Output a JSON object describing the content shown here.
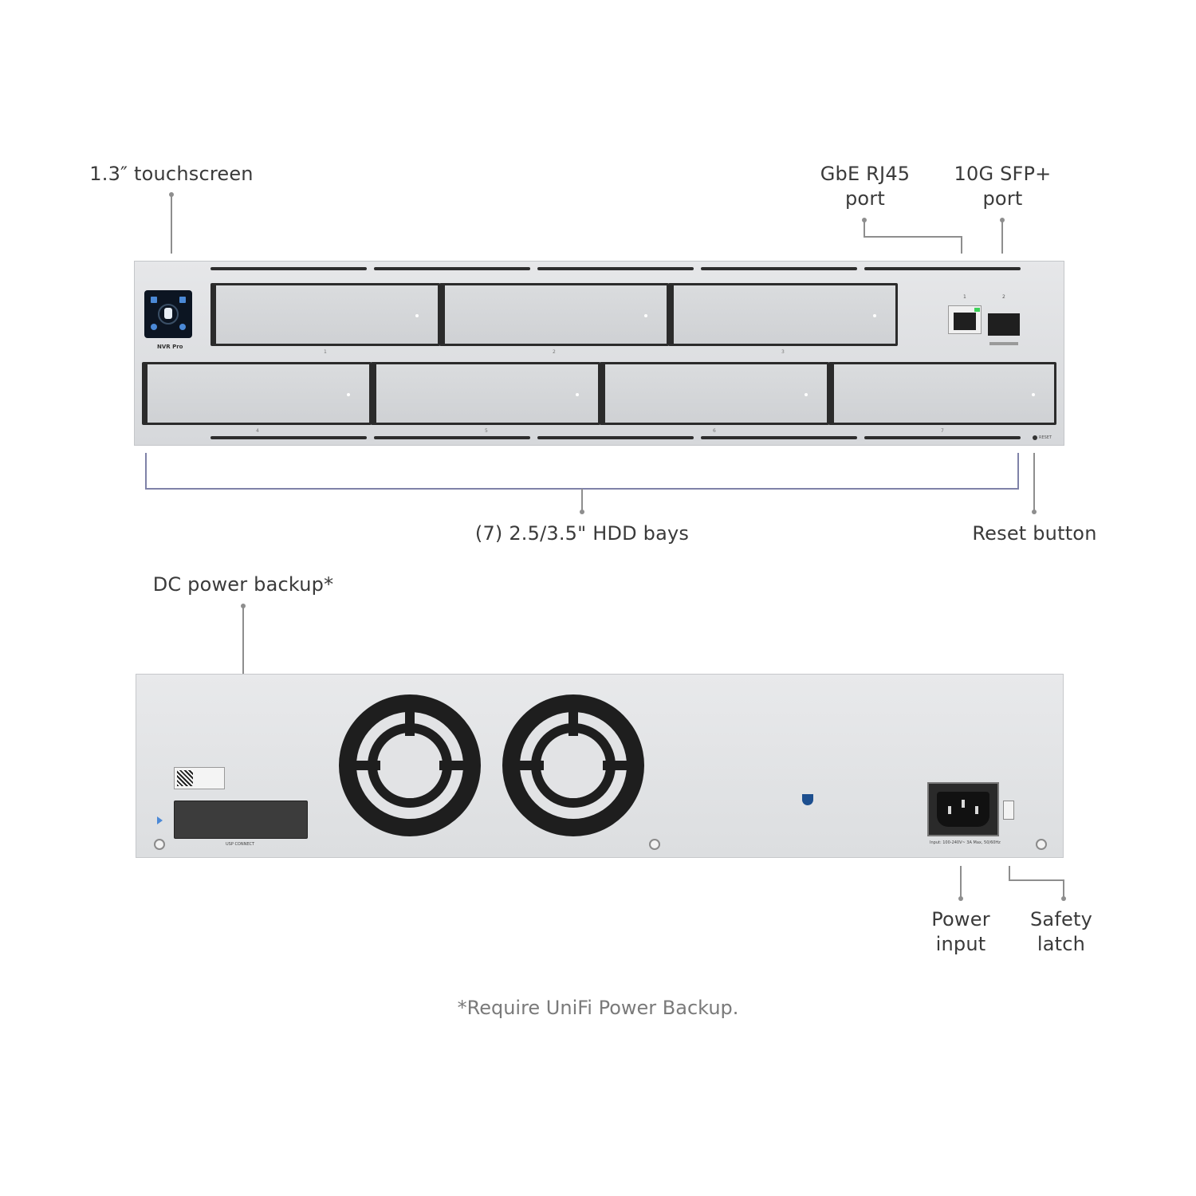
{
  "labels": {
    "touchscreen": "1.3″ touchscreen",
    "rj45_line1": "GbE RJ45",
    "rj45_line2": "port",
    "sfp_line1": "10G SFP+",
    "sfp_line2": "port",
    "hdd_bays": "(7) 2.5/3.5\" HDD bays",
    "reset": "Reset button",
    "dc_backup": "DC power backup*",
    "power_line1": "Power",
    "power_line2": "input",
    "latch_line1": "Safety",
    "latch_line2": "latch"
  },
  "device": {
    "model": "NVR Pro",
    "bay_numbers": [
      "1",
      "2",
      "3",
      "4",
      "5",
      "6",
      "7"
    ],
    "port_numbers": [
      "1",
      "2"
    ],
    "reset_text": "RESET",
    "usp_text": "USP CONNECT",
    "power_rating": "Input: 100-240V~ 3A Max, 50/60Hz",
    "icons": [
      "touchscreen-icon",
      "ubiquiti-logo-icon",
      "qr-code-icon",
      "fan-icon",
      "screw-icon"
    ]
  },
  "footnote": "*Require UniFi Power Backup."
}
